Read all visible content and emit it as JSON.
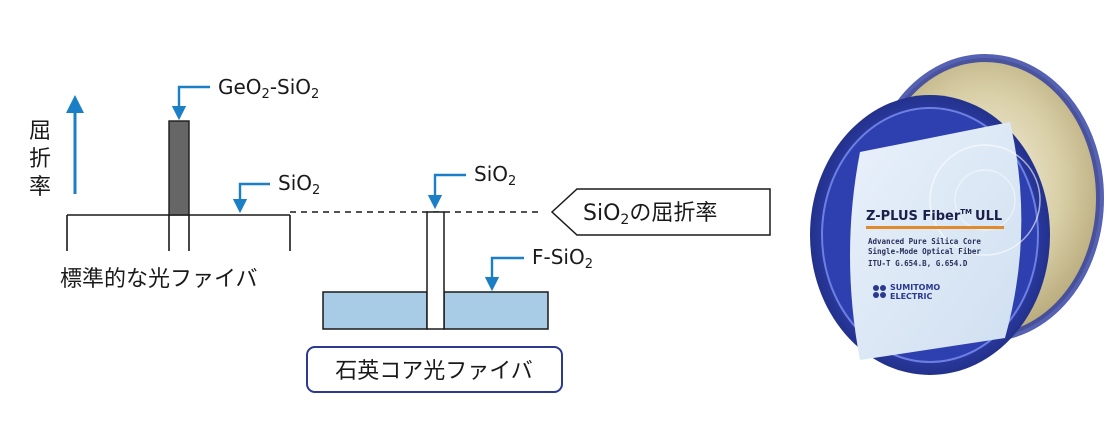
{
  "axis_label": "屈折率",
  "labels": {
    "geo2_sio2": "GeO",
    "geo2_sio2_sub": "2",
    "geo2_sio2_tail": "-SiO",
    "geo2_sio2_tail_sub": "2",
    "sio2_left": "SiO",
    "sio2_left_sub": "2",
    "sio2_right": "SiO",
    "sio2_right_sub": "2",
    "fsio2": "F-SiO",
    "fsio2_sub": "2",
    "ref_box": "SiO",
    "ref_box_sub": "2",
    "ref_box_tail": "の屈折率",
    "standard_fiber": "標準的な光ファイバ",
    "pure_silica_fiber": "石英コア光ファイバ"
  },
  "spool": {
    "title": "Z-PLUS Fiber",
    "title_tm": "TM",
    "title_tail": "ULL",
    "line1": "Advanced Pure Silica Core",
    "line2": "Single-Mode Optical Fiber",
    "line3": "ITU-T G.654.B, G.654.D",
    "brand1": "SUMITOMO",
    "brand2": "ELECTRIC"
  },
  "colors": {
    "arrow_blue": "#1a7fc4",
    "core_gray": "#666666",
    "cladding_blue": "#a8cce6",
    "button_border": "#2b3a8f",
    "spool_blue": "#2a3aa0",
    "title_stripe": "#e08a2c"
  }
}
